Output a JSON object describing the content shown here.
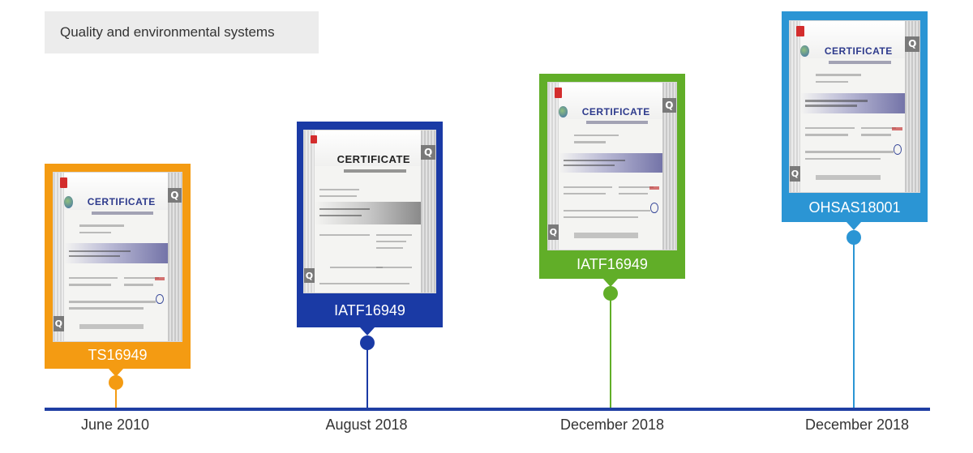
{
  "section_title": "Quality and environmental systems",
  "colors": {
    "orange": "#f49b12",
    "navy": "#1a3aa5",
    "green": "#61ae28",
    "blue": "#2b95d4",
    "axis": "#1f3ea3"
  },
  "certificate_heading": "CERTIFICATE",
  "milestones": [
    {
      "label": "TS16949",
      "date": "June 2010"
    },
    {
      "label": "IATF16949",
      "date": "August 2018"
    },
    {
      "label": "IATF16949",
      "date": "December 2018"
    },
    {
      "label": "OHSAS18001",
      "date": "December 2018"
    }
  ]
}
